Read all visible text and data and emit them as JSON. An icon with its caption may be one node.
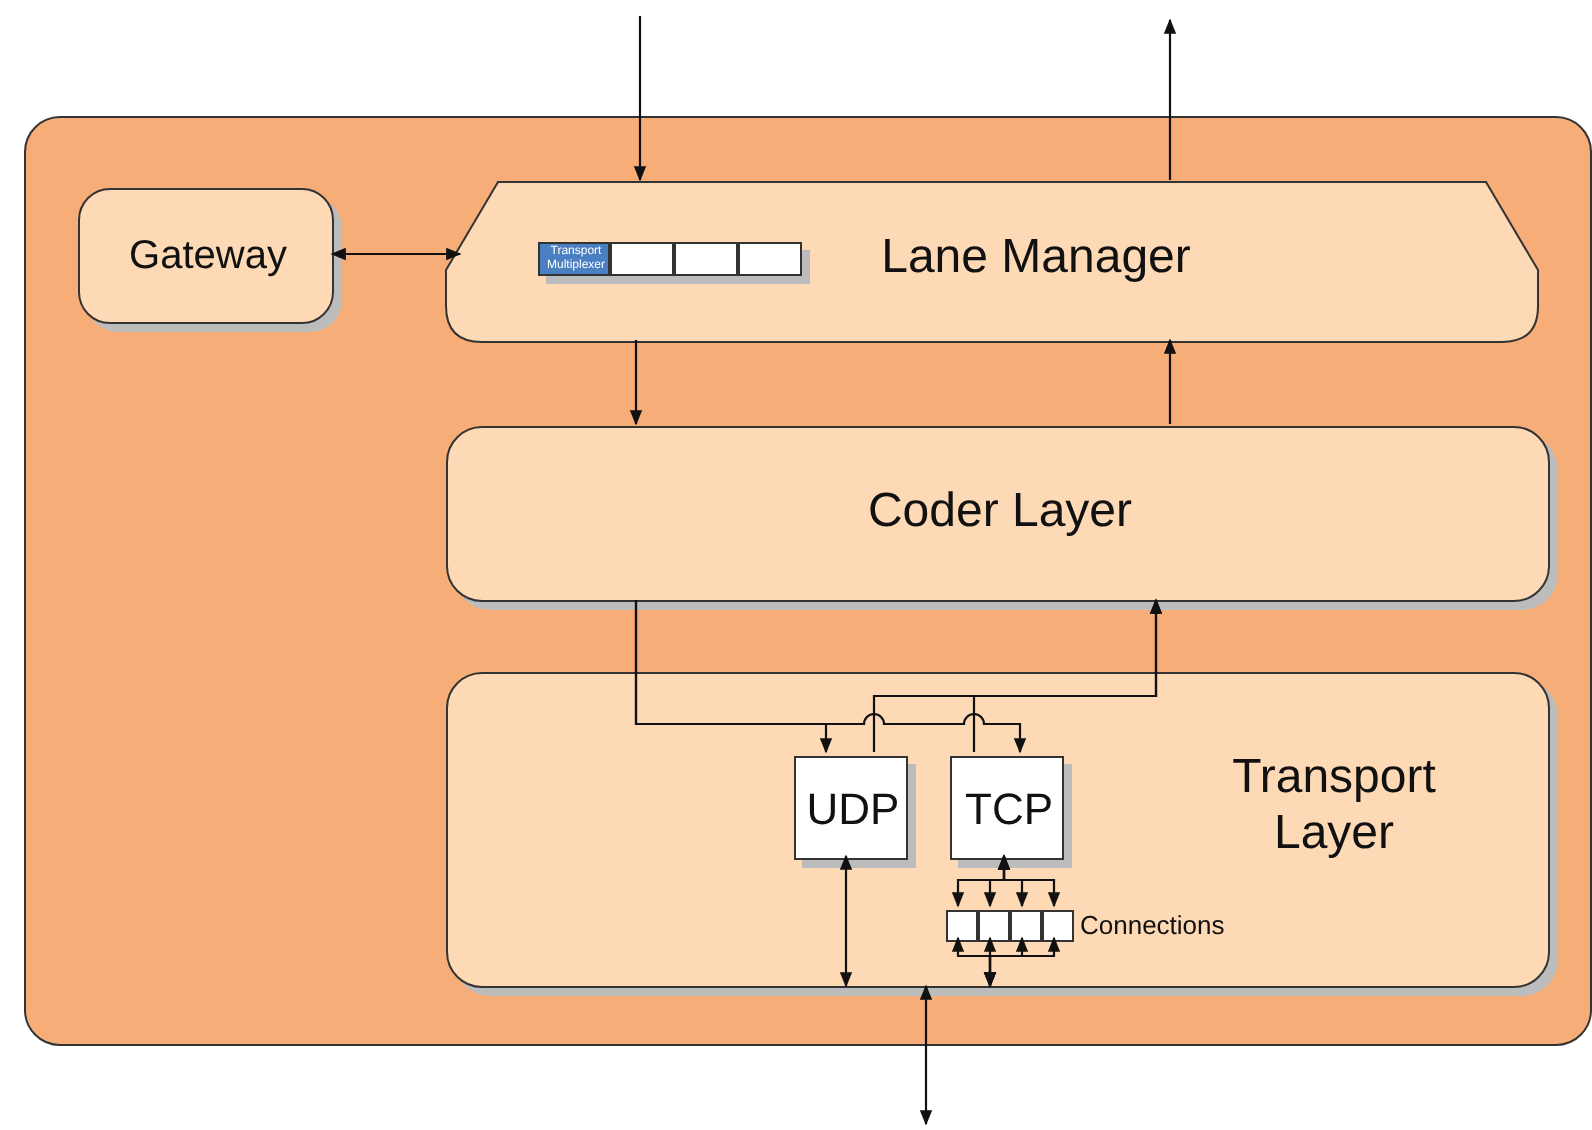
{
  "diagram": {
    "nodes": [
      {
        "text": [],
        "shape": "box"
      },
      {
        "text": [
          "Gateway"
        ],
        "in": 0
      },
      {
        "text": [
          "Lane Manager"
        ],
        "in": 0
      },
      {
        "text": [
          "Transport Multiplexer"
        ],
        "in": 2
      },
      {
        "text": [],
        "shape": "box",
        "in": 2
      },
      {
        "text": [],
        "shape": "box",
        "in": 2
      },
      {
        "text": [],
        "shape": "box",
        "in": 2
      },
      {
        "text": [
          "Coder Layer"
        ],
        "in": 0
      },
      {
        "text": [
          "Transport Layer"
        ],
        "in": 0
      },
      {
        "text": [
          "UDP"
        ],
        "in": 8
      },
      {
        "text": [
          "TCP"
        ],
        "in": 8
      },
      {
        "text": [],
        "shape": "box",
        "in": 8
      },
      {
        "text": [],
        "shape": "box",
        "in": 8
      },
      {
        "text": [],
        "shape": "box",
        "in": 8
      },
      {
        "text": [],
        "shape": "box",
        "in": 8
      }
    ],
    "edges": [
      {
        "from": null,
        "to": 2,
        "arrow": "to"
      },
      {
        "from": 2,
        "to": null,
        "arrow": "to"
      },
      {
        "from": 1,
        "to": 2,
        "arrow": "both"
      },
      {
        "from": 2,
        "to": 7,
        "arrow": "to"
      },
      {
        "from": 7,
        "to": 2,
        "arrow": "to"
      },
      {
        "from": 7,
        "to": 9,
        "arrow": "to"
      },
      {
        "from": 7,
        "to": 10,
        "arrow": "to"
      },
      {
        "from": 9,
        "to": 7,
        "arrow": "to"
      },
      {
        "from": 10,
        "to": 7,
        "arrow": "to"
      },
      {
        "from": 10,
        "to": 11,
        "arrow": "both"
      },
      {
        "from": 10,
        "to": 12,
        "arrow": "both"
      },
      {
        "from": 10,
        "to": 13,
        "arrow": "both"
      },
      {
        "from": 10,
        "to": 14,
        "arrow": "both"
      },
      {
        "from": 11,
        "to": 8,
        "arrow": "both"
      },
      {
        "from": 12,
        "to": 8,
        "arrow": "both"
      },
      {
        "from": 13,
        "to": 8,
        "arrow": "both"
      },
      {
        "from": 14,
        "to": 8,
        "arrow": "both"
      },
      {
        "from": 9,
        "to": 8,
        "arrow": "both"
      },
      {
        "from": 8,
        "to": null,
        "arrow": "both"
      }
    ],
    "labels": [
      "Connections"
    ]
  }
}
